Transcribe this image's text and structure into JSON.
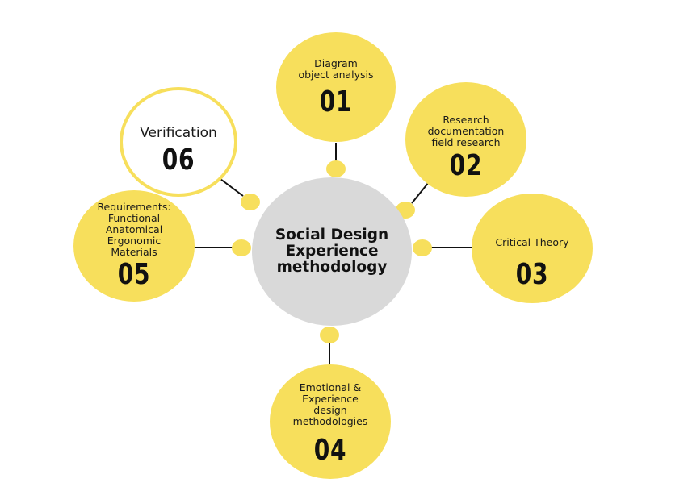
{
  "colors": {
    "accent": "#f7df5c",
    "center": "#d9d9d9",
    "line": "#111111",
    "outline_bg": "#ffffff"
  },
  "center": {
    "title": "Social Design\nExperience\nmethodology"
  },
  "nodes": [
    {
      "number": "01",
      "label": "Diagram\nobject analysis"
    },
    {
      "number": "02",
      "label": "Research\ndocumentation\nfield research"
    },
    {
      "number": "03",
      "label": "Critical Theory"
    },
    {
      "number": "04",
      "label": "Emotional &\nExperience\ndesign\nmethodologies"
    },
    {
      "number": "05",
      "label": "Requirements:\nFunctional\nAnatomical\nErgonomic\nMaterials"
    },
    {
      "number": "06",
      "label": "Verification"
    }
  ]
}
